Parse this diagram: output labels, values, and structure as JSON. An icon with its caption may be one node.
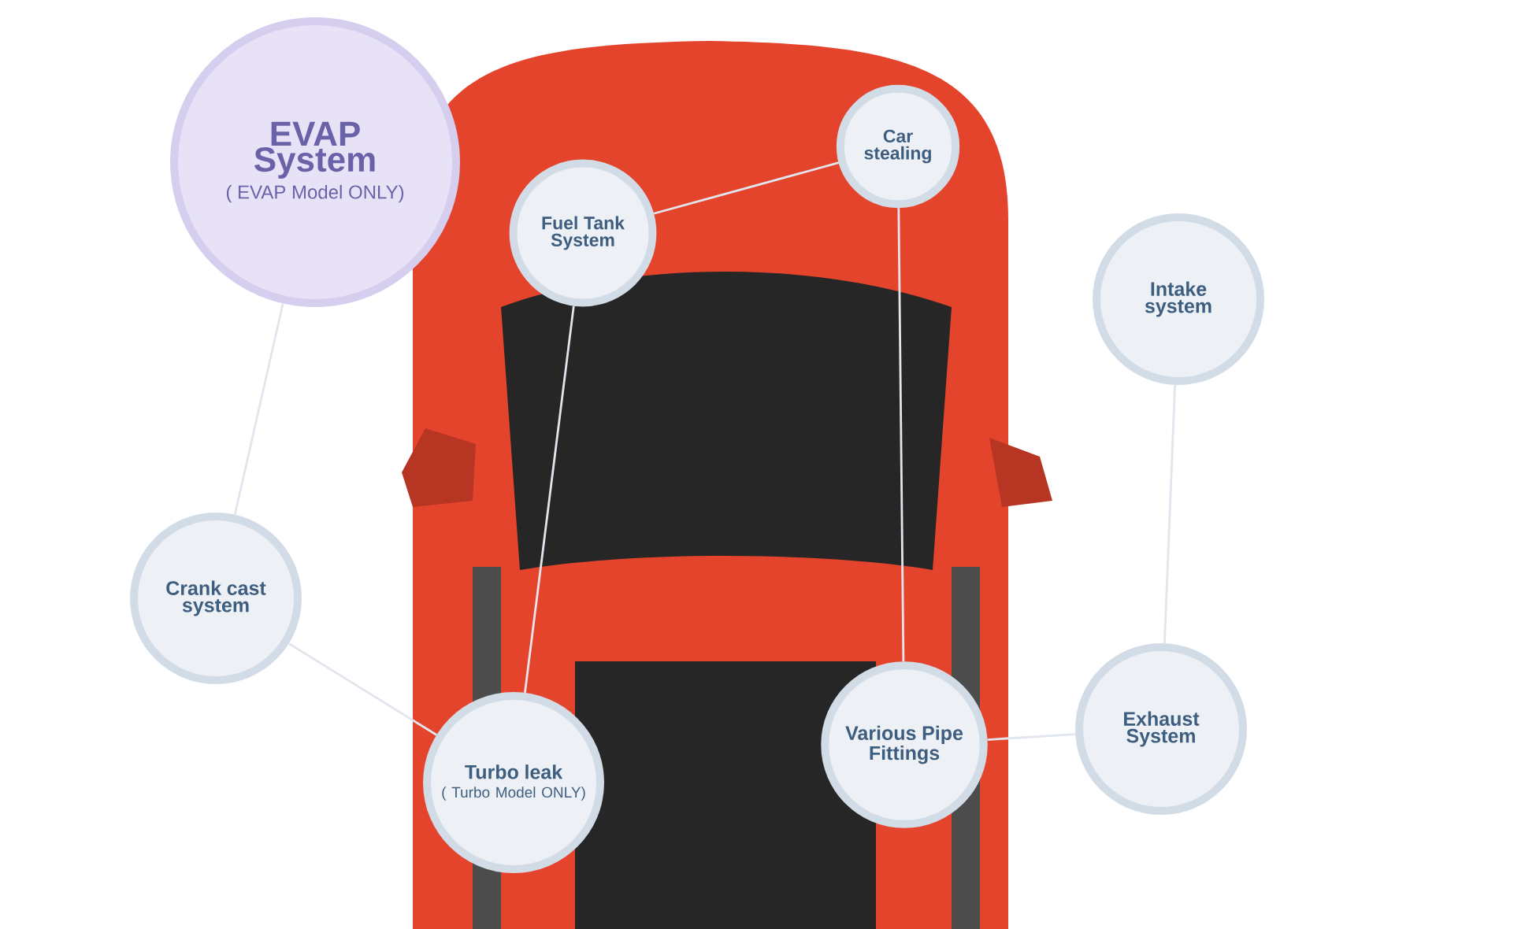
{
  "diagram": {
    "nodes": [
      {
        "text": [
          "EVAP System",
          "( EVAP Model ONLY)"
        ]
      },
      {
        "text": [
          "Car stealing"
        ]
      },
      {
        "text": [
          "Fuel Tank System"
        ]
      },
      {
        "text": [
          "Intake system"
        ]
      },
      {
        "text": [
          "Crank cast system"
        ]
      },
      {
        "text": [
          "Turbo leak",
          "( Turbo Model ONLY)"
        ]
      },
      {
        "text": [
          "Various Pipe Fittings"
        ]
      },
      {
        "text": [
          "Exhaust System"
        ]
      }
    ],
    "edges": [
      {
        "from": 0,
        "to": 4,
        "arrow": "none"
      },
      {
        "from": 2,
        "to": 1,
        "arrow": "none"
      },
      {
        "from": 2,
        "to": 5,
        "arrow": "none"
      },
      {
        "from": 1,
        "to": 6,
        "arrow": "none"
      },
      {
        "from": 3,
        "to": 7,
        "arrow": "none"
      },
      {
        "from": 4,
        "to": 5,
        "arrow": "none"
      },
      {
        "from": 6,
        "to": 7,
        "arrow": "none"
      }
    ]
  }
}
